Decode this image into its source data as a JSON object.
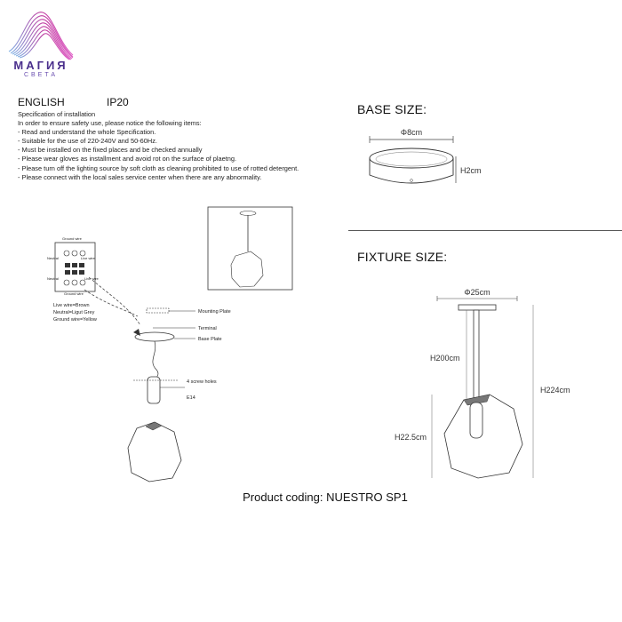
{
  "brand": {
    "name": "МАГИЯ",
    "tagline": "СВЕТА",
    "colors": {
      "primary": "#4a2f8c",
      "accent": "#c03aa0",
      "light": "#7fb2e5"
    }
  },
  "header": {
    "language": "ENGLISH",
    "ip_rating": "IP20"
  },
  "spec": {
    "title": "Specification of installation",
    "intro": "In order to ensure safety use, please notice the following items:",
    "items": [
      "- Read and understand the whole Specification.",
      "- Suitable for the use of 220-240V and 50-60Hz.",
      "- Must be installed on the fixed places and be checked annually",
      "- Please wear gloves as installment and avoid rot on the surface of plaetng.",
      "- Please turn off the lighting source by soft cloth as cleaning prohibited to use of rotted detergent.",
      "- Please connect with the local sales service center when there are any abnormality."
    ]
  },
  "wiring": {
    "ground_top": "Ground wire",
    "neutral_left": "Neutral",
    "live_right_top": "Live wire",
    "neutral_left2": "Neutral",
    "live_right2": "Live wire",
    "ground_bottom": "Ground wire",
    "legend": [
      "Live wire=Brown",
      "Neutral=Ligut Grey",
      "Ground wire=Yellow"
    ]
  },
  "install_labels": {
    "mounting_plate": "Mounting Plate",
    "terminal": "Terminal",
    "base_plate": "Base Plate",
    "screw_holes": "4 screw holes",
    "socket": "E14"
  },
  "base_size": {
    "title": "BASE SIZE:",
    "diameter": "Φ8cm",
    "height": "H2cm"
  },
  "fixture_size": {
    "title": "FIXTURE SIZE:",
    "diameter": "Φ25cm",
    "rod": "H200cm",
    "total": "H224cm",
    "shade": "H22.5cm"
  },
  "footer": {
    "coding": "Product coding: NUESTRO SP1"
  }
}
